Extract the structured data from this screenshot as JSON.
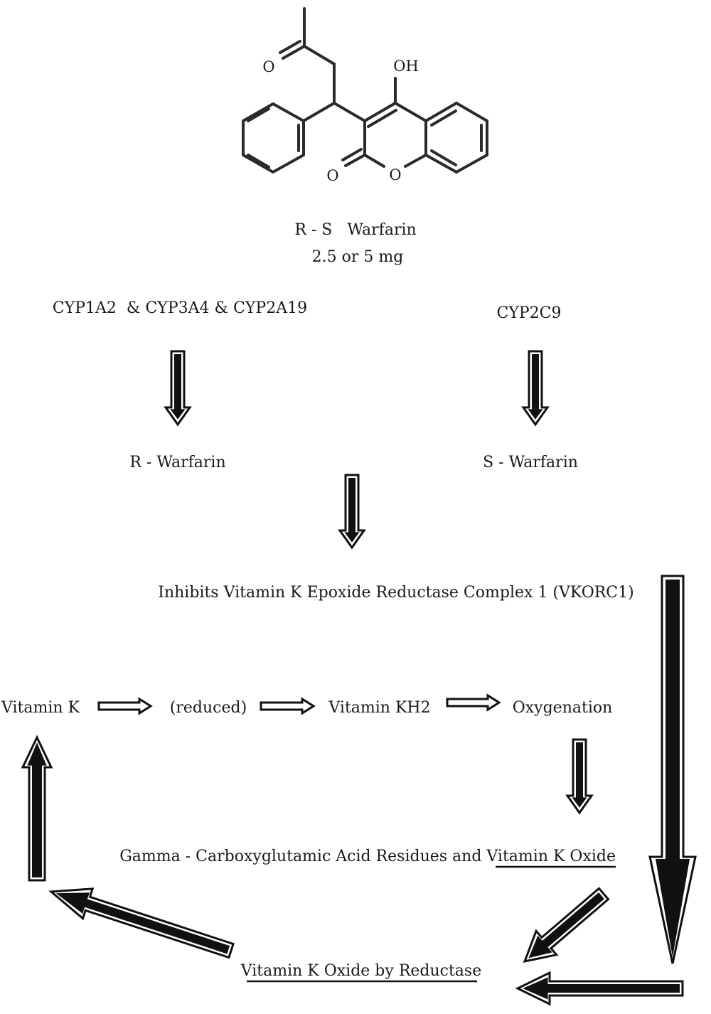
{
  "molecule": {
    "atoms": {
      "ketone_o": "O",
      "hydroxyl": "OH",
      "lactone_carbonyl_o": "O",
      "ring_o": "O"
    }
  },
  "labels": {
    "warfarin_title": "R - S   Warfarin",
    "warfarin_dose": "2.5 or 5 mg",
    "enzymes_r": "CYP1A2  & CYP3A4 & CYP2A19",
    "enzyme_s": "CYP2C9",
    "r_warfarin": "R - Warfarin",
    "s_warfarin": "S - Warfarin",
    "inhibits": "Inhibits Vitamin K Epoxide Reductase Complex 1 (VKORC1)",
    "vitamin_k": "Vitamin K",
    "reduced": "(reduced)",
    "vitamin_kh2": "Vitamin KH2",
    "oxygenation": "Oxygenation",
    "gamma_prefix": "Gamma - Carboxyglutamic Acid Residues and ",
    "gamma_oxide": "Vitamin K Oxide",
    "oxide_reductase": "Vitamin K Oxide by Reductase"
  },
  "colors": {
    "arrow_fill": "#111111",
    "arrow_outline_fill": "#ffffff",
    "text": "#1a1a1a"
  }
}
